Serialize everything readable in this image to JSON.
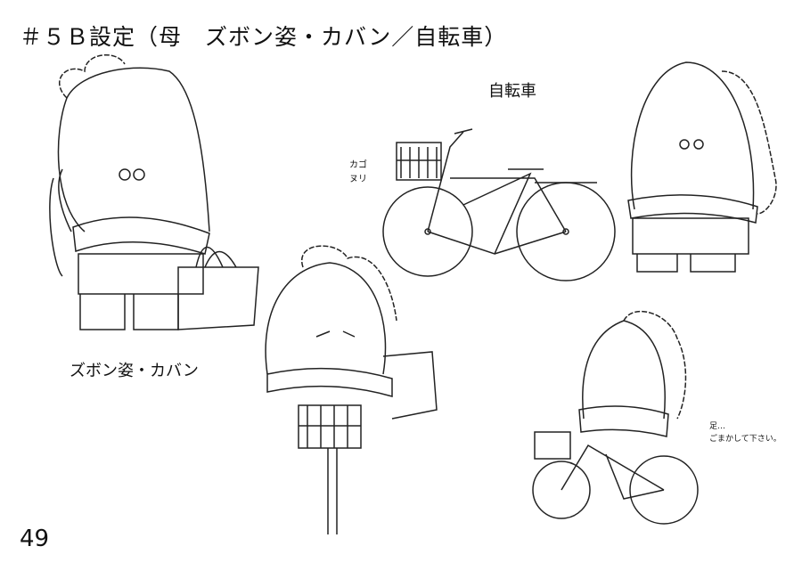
{
  "title": "＃５Ｂ設定（母　ズボン姿・カバン／自転車）",
  "labels": {
    "bicycle": "自転車",
    "pants_bag": "ズボン姿・カバン"
  },
  "notes": {
    "basket_line1": "カゴ",
    "basket_line2": "ヌリ",
    "feet_line1": "足…",
    "feet_line2": "ごまかして下さい。"
  },
  "page_number": "49"
}
